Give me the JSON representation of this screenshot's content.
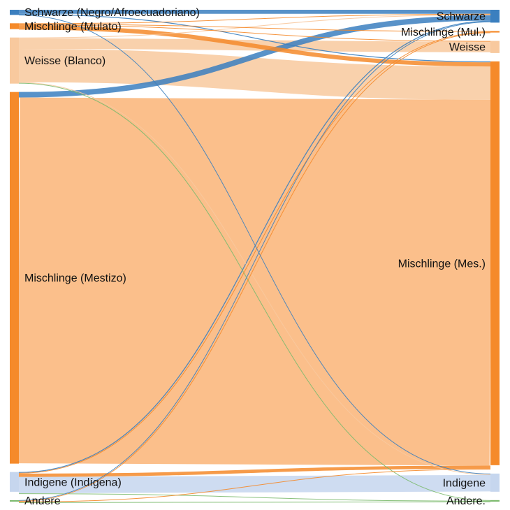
{
  "colors": {
    "schwarze": "#3b7fbf",
    "mulato": "#f58a2a",
    "weisse": "#f8c99e",
    "mestizo": "#f58a2a",
    "mestizo_flow": "#fbbf8b",
    "indigene": "#c6d6ee",
    "andere": "#7cba6e"
  },
  "chart_data": {
    "type": "sankey",
    "left_nodes": [
      {
        "id": "L_schwarze",
        "label": "Schwarze (Negro/Afroecuadoriano)",
        "color": "schwarze",
        "value": 7
      },
      {
        "id": "L_mulato",
        "label": "Mischlinge (Mulato)",
        "color": "mulato",
        "value": 8
      },
      {
        "id": "L_weisse",
        "label": "Weisse (Blanco)",
        "color": "weisse",
        "value": 63
      },
      {
        "id": "L_mestizo",
        "label": "Mischlinge (Mestizo)",
        "color": "mestizo",
        "value": 508
      },
      {
        "id": "L_indigene",
        "label": "Indigene (Indígena)",
        "color": "indigene",
        "value": 27
      },
      {
        "id": "L_andere",
        "label": "Andere",
        "color": "andere",
        "value": 2
      }
    ],
    "right_nodes": [
      {
        "id": "R_schwarze",
        "label": "Schwarze",
        "color": "schwarze",
        "value": 17
      },
      {
        "id": "R_mulato",
        "label": "Mischlinge (Mul.)",
        "color": "mulato",
        "value": 2
      },
      {
        "id": "R_weisse",
        "label": "Weisse",
        "color": "weisse",
        "value": 16
      },
      {
        "id": "R_mestizo",
        "label": "Mischlinge (Mes.)",
        "color": "mestizo",
        "value": 534
      },
      {
        "id": "R_indigene",
        "label": "Indigene",
        "color": "indigene",
        "value": 24
      },
      {
        "id": "R_andere",
        "label": "Andere.",
        "color": "andere",
        "value": 2
      }
    ],
    "flows": [
      {
        "source": "L_schwarze",
        "target": "R_schwarze",
        "value": 5.5,
        "color": "schwarze"
      },
      {
        "source": "L_schwarze",
        "target": "R_mestizo",
        "value": 1.2,
        "color": "schwarze"
      },
      {
        "source": "L_schwarze",
        "target": "R_indigene",
        "value": 0.5,
        "color": "schwarze"
      },
      {
        "source": "L_mulato",
        "target": "R_schwarze",
        "value": 0.8,
        "color": "mulato"
      },
      {
        "source": "L_mulato",
        "target": "R_mulato",
        "value": 0.6,
        "color": "mulato"
      },
      {
        "source": "L_mulato",
        "target": "R_weisse",
        "value": 0.4,
        "color": "mulato"
      },
      {
        "source": "L_mulato",
        "target": "R_mestizo",
        "value": 5.8,
        "color": "mulato"
      },
      {
        "source": "L_weisse",
        "target": "R_schwarze",
        "value": 1.0,
        "color": "weisse"
      },
      {
        "source": "L_weisse",
        "target": "R_weisse",
        "value": 14.5,
        "color": "weisse"
      },
      {
        "source": "L_weisse",
        "target": "R_mestizo",
        "value": 45.5,
        "color": "weisse"
      },
      {
        "source": "L_weisse",
        "target": "R_indigene",
        "value": 0.8,
        "color": "weisse"
      },
      {
        "source": "L_weisse",
        "target": "R_andere",
        "value": 0.8,
        "color": "andere"
      },
      {
        "source": "L_mestizo",
        "target": "R_schwarze",
        "value": 7.5,
        "color": "schwarze"
      },
      {
        "source": "L_mestizo",
        "target": "R_mestizo",
        "value": 500,
        "color": "mestizo_flow"
      },
      {
        "source": "L_indigene",
        "target": "R_schwarze",
        "value": 1.2,
        "color": "schwarze"
      },
      {
        "source": "L_indigene",
        "target": "R_mulato",
        "value": 0.7,
        "color": "mulato"
      },
      {
        "source": "L_indigene",
        "target": "R_mestizo",
        "value": 4.5,
        "color": "mestizo"
      },
      {
        "source": "L_indigene",
        "target": "R_indigene",
        "value": 22.5,
        "color": "indigene"
      },
      {
        "source": "L_indigene",
        "target": "R_andere",
        "value": 0.6,
        "color": "andere"
      },
      {
        "source": "L_andere",
        "target": "R_schwarze",
        "value": 0.6,
        "color": "schwarze"
      },
      {
        "source": "L_andere",
        "target": "R_mulato",
        "value": 0.6,
        "color": "mulato"
      },
      {
        "source": "L_andere",
        "target": "R_mestizo",
        "value": 0.6,
        "color": "mulato"
      },
      {
        "source": "L_andere",
        "target": "R_andere",
        "value": 0.7,
        "color": "andere"
      }
    ]
  }
}
